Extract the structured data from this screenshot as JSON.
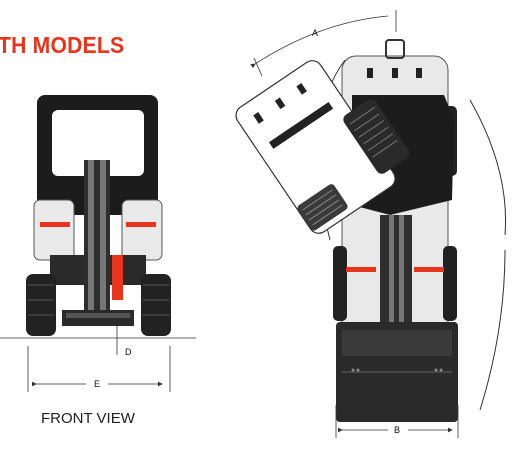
{
  "header": {
    "title": "TH MODELS",
    "title_color": "#e8341c"
  },
  "front_view": {
    "caption": "FRONT VIEW"
  },
  "dimensions": {
    "a": "A",
    "b": "B",
    "d": "D",
    "e": "E"
  },
  "colors": {
    "accent": "#e8341c",
    "body": "#1c1c1c",
    "panel": "#e9e9e9",
    "line": "#333333"
  }
}
